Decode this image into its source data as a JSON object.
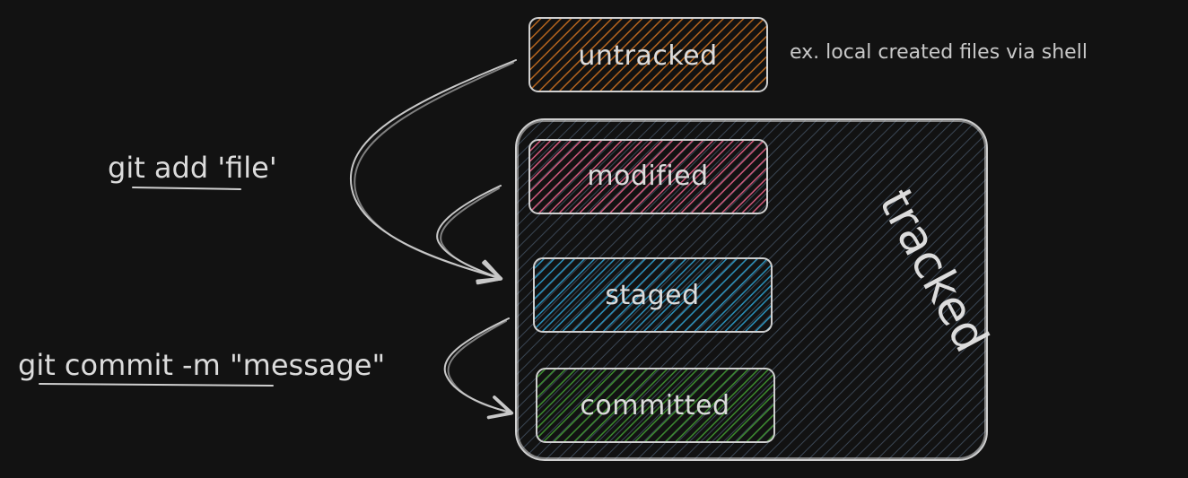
{
  "states": {
    "untracked": {
      "label": "untracked",
      "color": "#b4641e"
    },
    "modified": {
      "label": "modified",
      "color": "#d0587a"
    },
    "staged": {
      "label": "staged",
      "color": "#2a8fb8"
    },
    "committed": {
      "label": "committed",
      "color": "#3c8a2e"
    }
  },
  "group": {
    "label": "tracked",
    "color": "#3a4654"
  },
  "untracked_note": "ex. local created files via shell",
  "commands": {
    "add": "git add 'file'",
    "commit": "git commit -m \"message\""
  }
}
